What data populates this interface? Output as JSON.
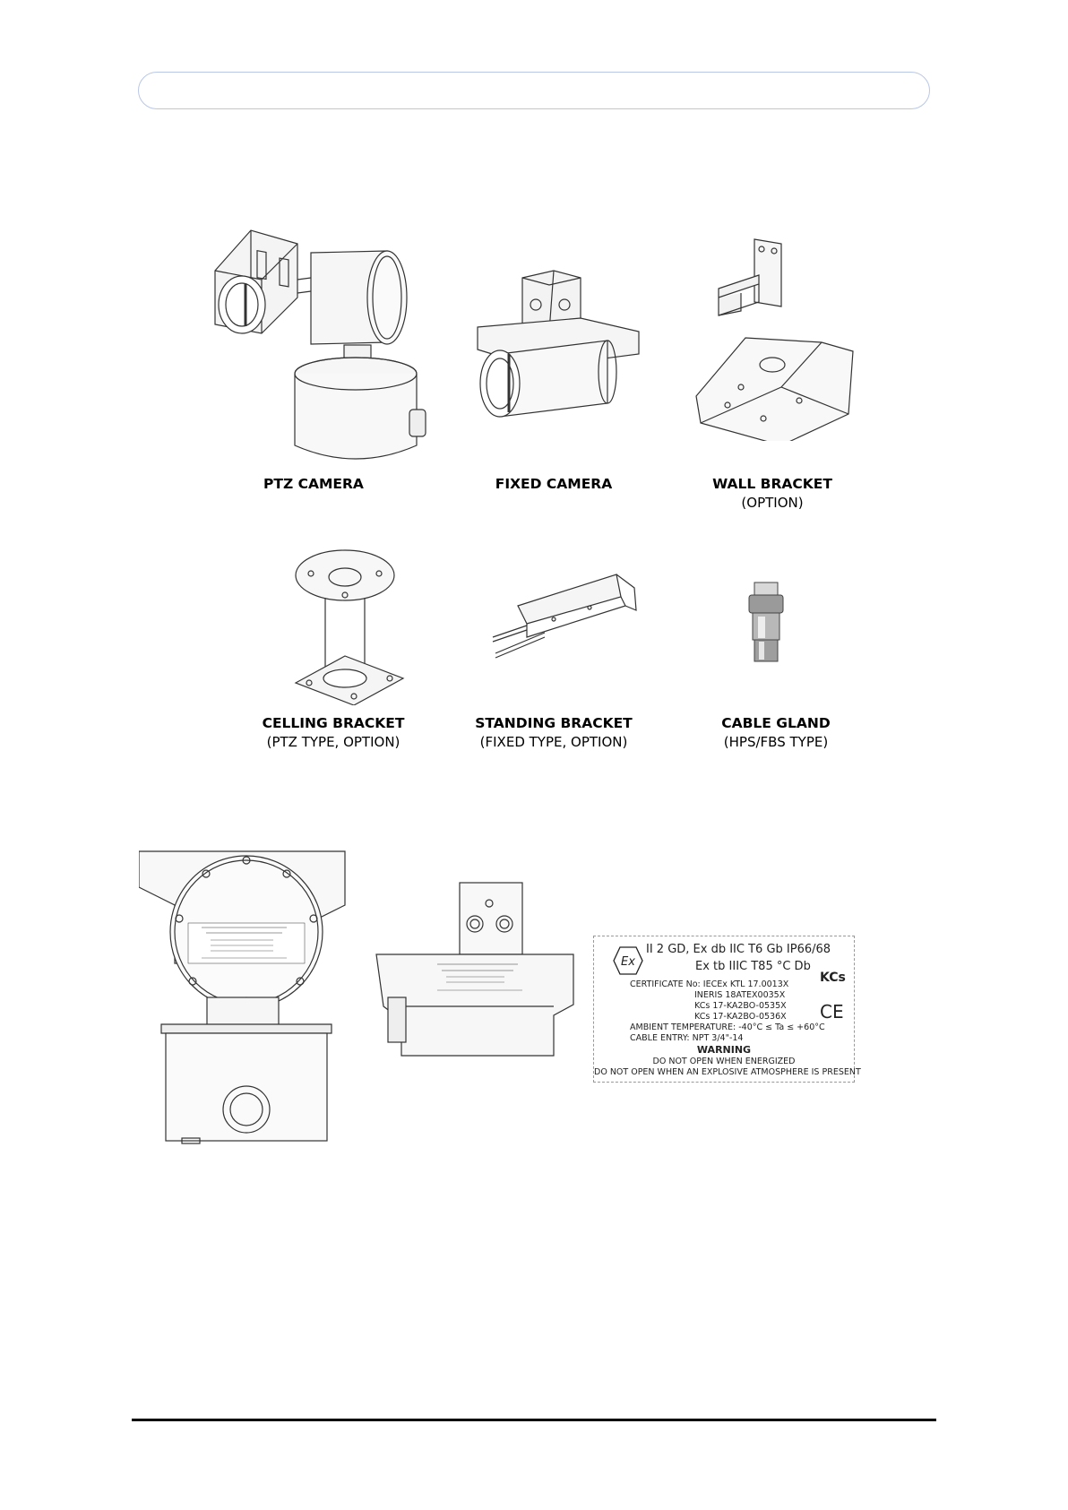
{
  "page": {
    "header": {
      "text": ""
    }
  },
  "accessories": [
    {
      "title": "PTZ  CAMERA",
      "subtitle": ""
    },
    {
      "title": "FIXED  CAMERA",
      "subtitle": ""
    },
    {
      "title": "WALL BRACKET",
      "subtitle": "(OPTION)"
    },
    {
      "title": "CELLING BRACKET",
      "subtitle": "(PTZ TYPE, OPTION)"
    },
    {
      "title": "STANDING BRACKET",
      "subtitle": "(FIXED TYPE, OPTION)"
    },
    {
      "title": "CABLE GLAND",
      "subtitle": "(HPS/FBS TYPE)"
    }
  ],
  "nameplate": {
    "ex_symbol": "Ex",
    "line1": "II 2 GD, Ex db IIC T6 Gb IP66/68",
    "line2": "Ex tb IIIC T85 °C Db",
    "cert_label": "CERTIFICATE No: IECEx KTL 17.0013X",
    "cert2": "INERIS 18ATEX0035X",
    "cert3": "KCs 17-KA2BO-0535X",
    "cert4": "KCs 17-KA2BO-0536X",
    "ambient": "AMBIENT TEMPERATURE: -40°C ≤ Ta ≤ +60°C",
    "cable_entry": "CABLE ENTRY: NPT 3/4\"-14",
    "warning_title": "WARNING",
    "warning1": "DO NOT OPEN WHEN ENERGIZED",
    "warning2": "DO NOT OPEN WHEN AN EXPLOSIVE ATMOSPHERE IS PRESENT",
    "kc_mark": "KCs",
    "ce_mark": "CE"
  }
}
